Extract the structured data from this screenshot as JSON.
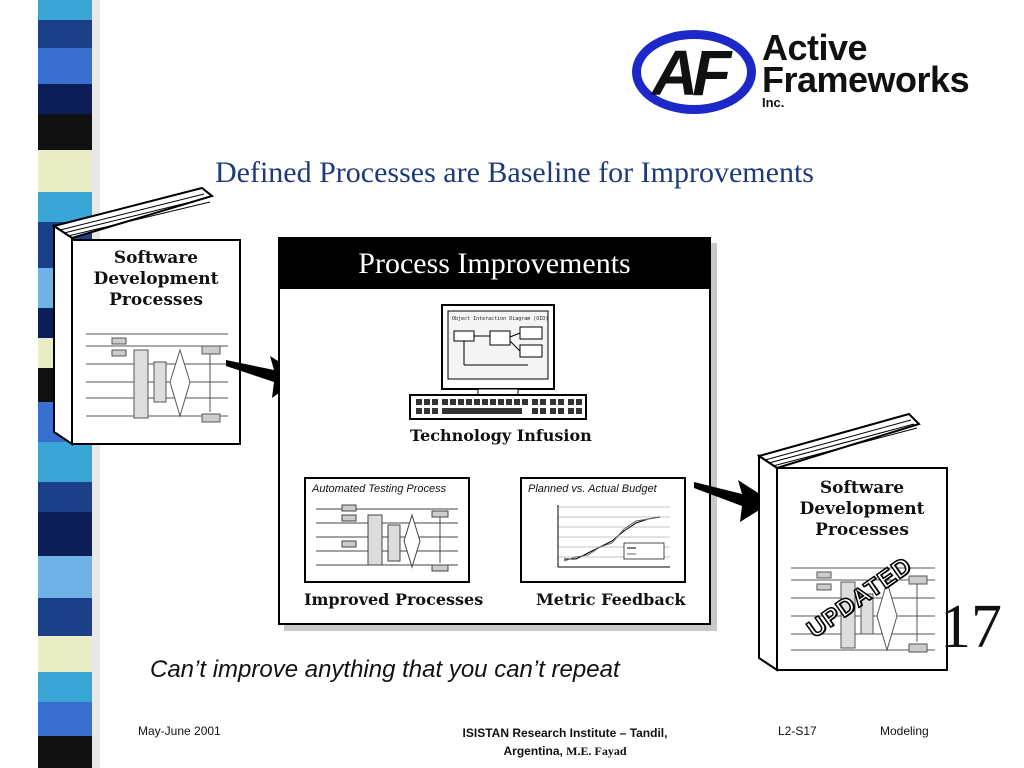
{
  "logo": {
    "mark": "AF",
    "line1": "Active",
    "line2": "Frameworks",
    "line3": "Inc."
  },
  "slide": {
    "title": "Defined Processes are Baseline for Improvements",
    "number": "17",
    "tagline": "Can’t improve anything that you can’t repeat"
  },
  "left_book": {
    "title_line1": "Software",
    "title_line2": "Development",
    "title_line3": "Processes"
  },
  "right_book": {
    "title_line1": "Software",
    "title_line2": "Development",
    "title_line3": "Processes",
    "stamp": "UPDATED"
  },
  "panel": {
    "title": "Process Improvements",
    "technology_caption": "Technology Infusion",
    "monitor_label": "Object Interaction Diagram (OID)",
    "improved_caption": "Improved Processes",
    "metric_caption": "Metric Feedback",
    "testing_card_label": "Automated Testing Process",
    "budget_card_label": "Planned vs. Actual Budget"
  },
  "footer": {
    "date": "May-June 2001",
    "institute_line1": "ISISTAN Research Institute – Tandil,",
    "institute_line2_a": "Argentina, ",
    "institute_line2_b": "M.E. Fayad",
    "slide_code": "L2-S17",
    "section": "Modeling"
  },
  "colors": {
    "title": "#1f3a7a",
    "logo_ring": "#1e28c8",
    "stripe": [
      "#3aa6d8",
      "#1c3f8a",
      "#e9ecc4",
      "#0b1e58",
      "#6fb3e6",
      "#111111"
    ]
  },
  "icons": [
    "arrow-right-icon",
    "monitor-icon",
    "keyboard-icon",
    "book-icon"
  ]
}
